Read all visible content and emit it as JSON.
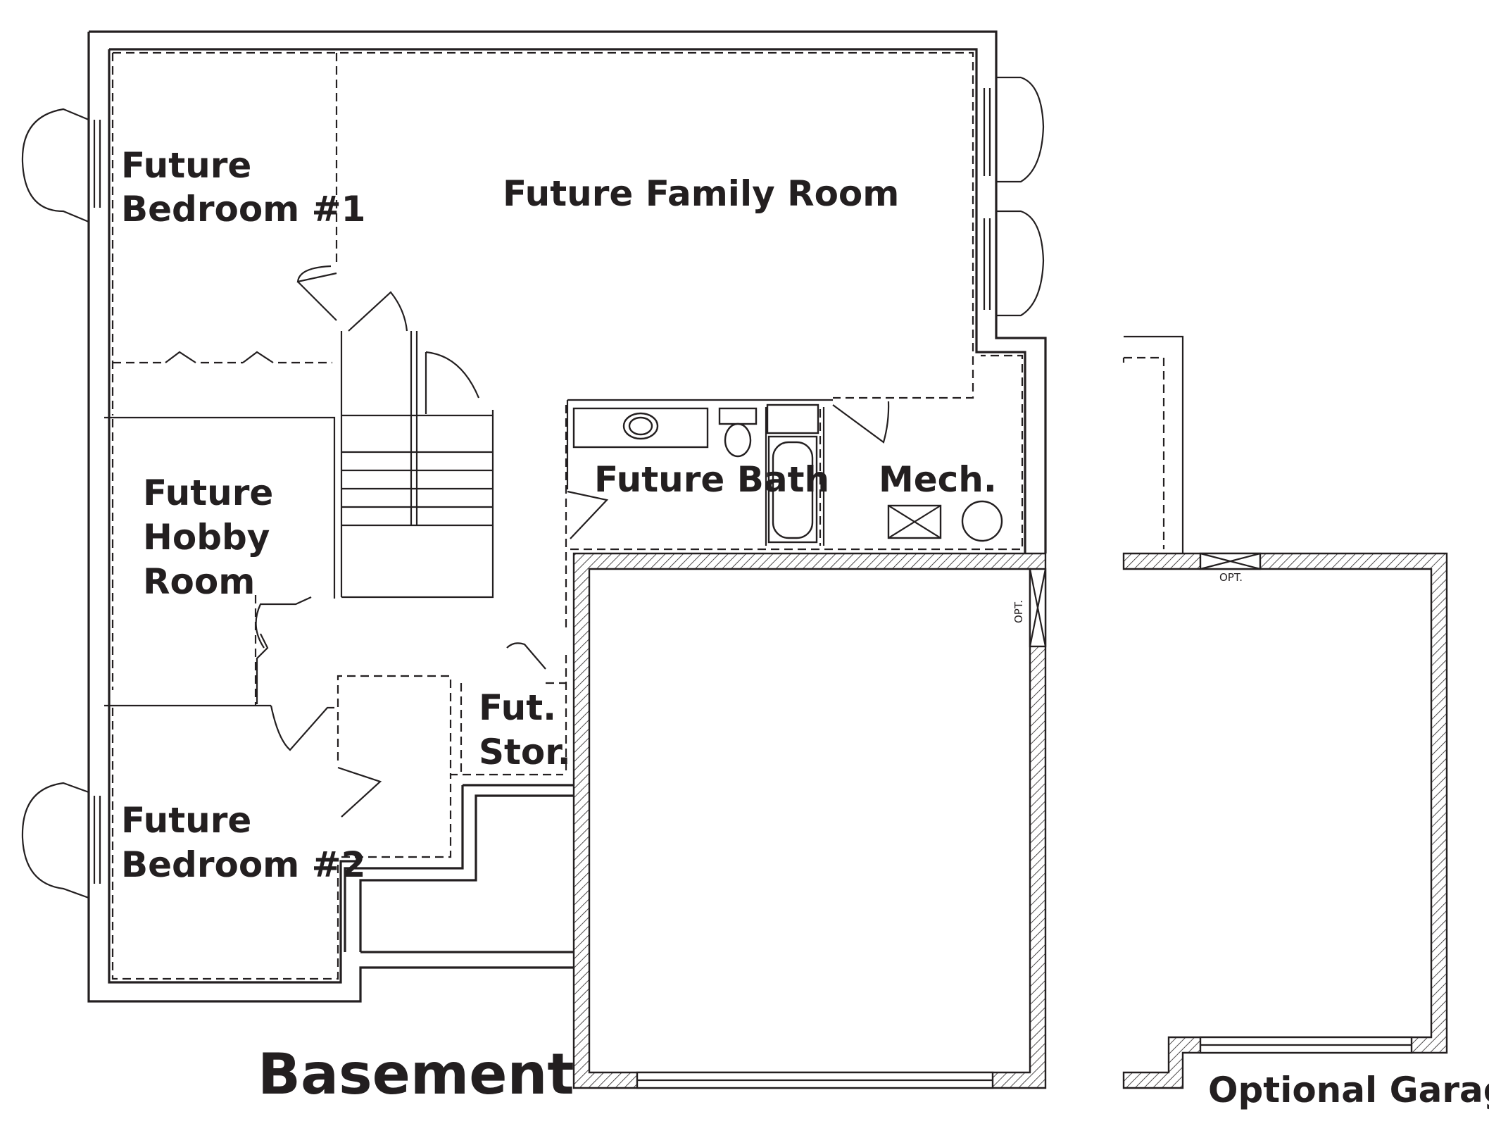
{
  "rooms": {
    "bedroom1": [
      "Future",
      "Bedroom #1"
    ],
    "family_room": "Future Family Room",
    "hobby_room": [
      "Future",
      "Hobby",
      "Room"
    ],
    "bath": "Future Bath",
    "mech": "Mech.",
    "storage": [
      "Fut.",
      "Stor."
    ],
    "bedroom2": [
      "Future",
      "Bedroom #2"
    ]
  },
  "notes": {
    "opt_vertical": "OPT.",
    "opt_horizontal": "OPT."
  },
  "titles": {
    "basement": "Basement",
    "optional_garage": "Optional Garage"
  }
}
